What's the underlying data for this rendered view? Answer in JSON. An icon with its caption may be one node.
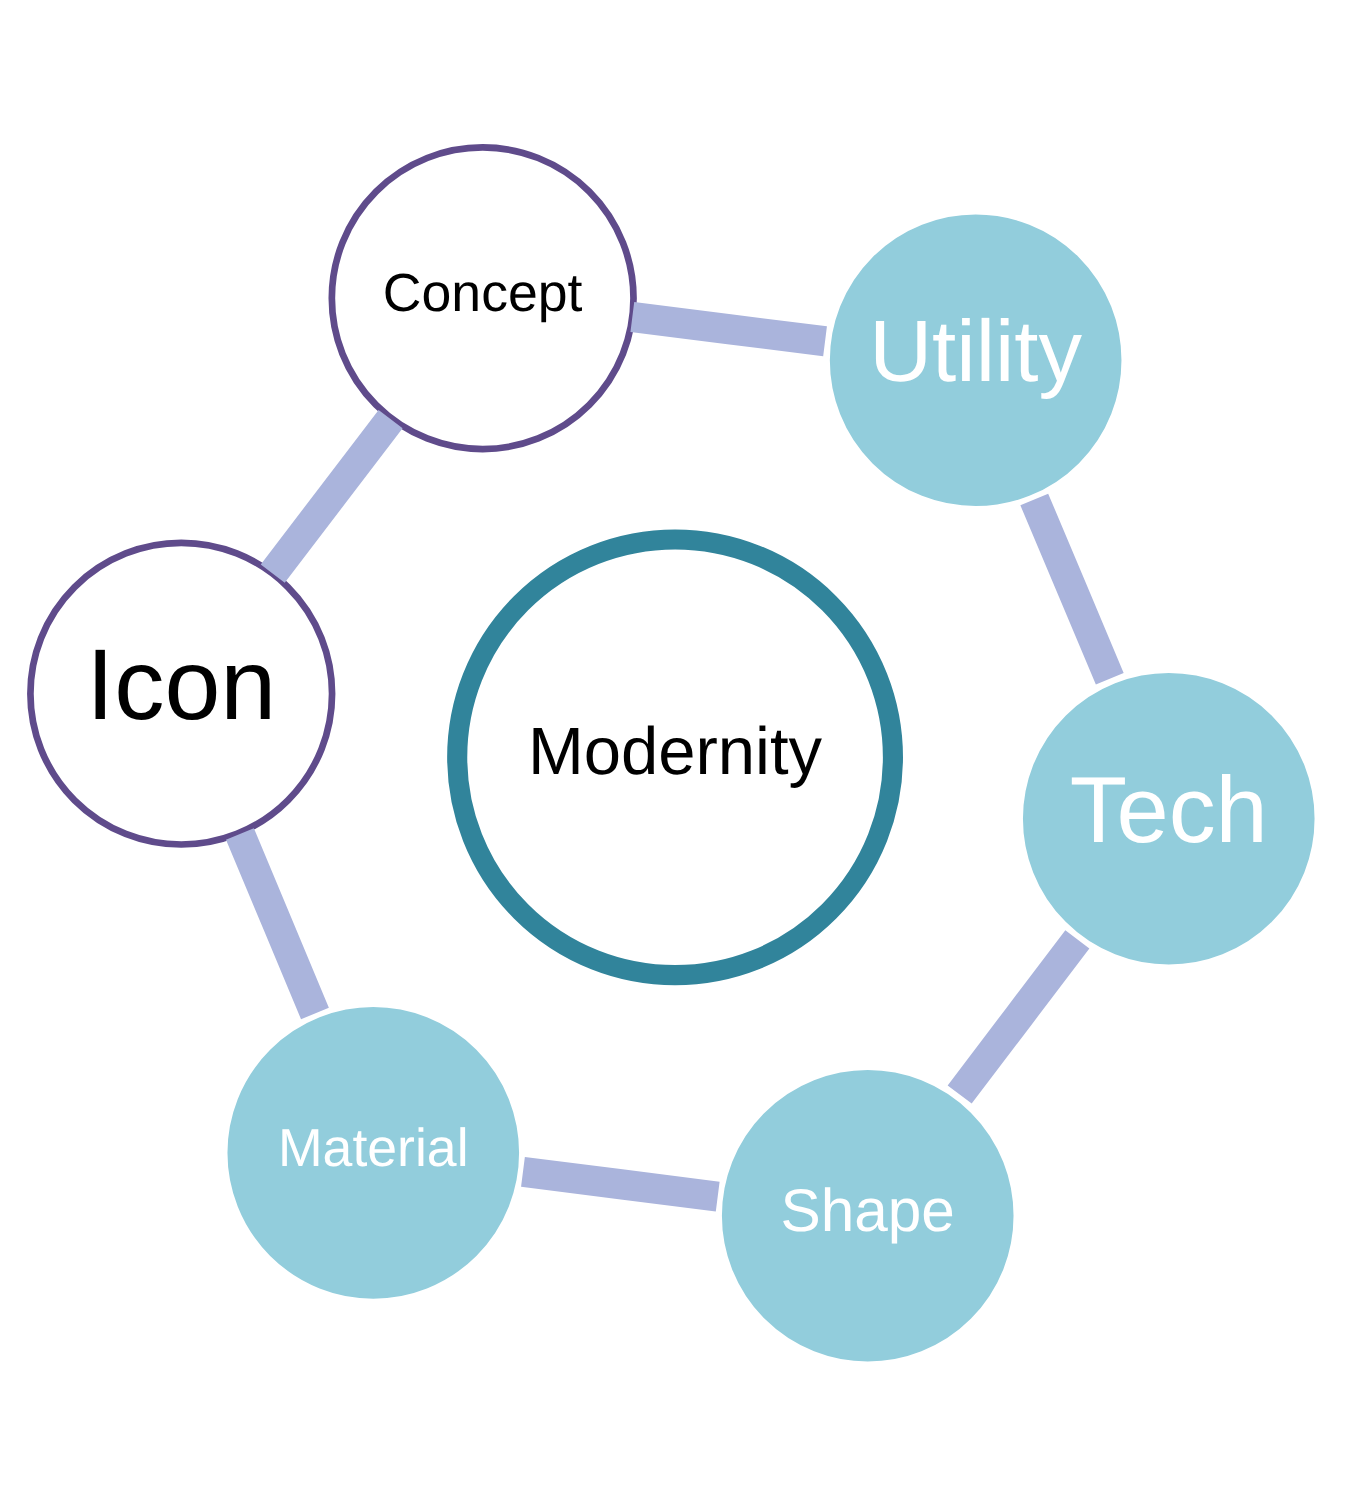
{
  "diagram": {
    "nodes": [
      {
        "text": [
          "Modernity"
        ]
      },
      {
        "text": [
          "Shape"
        ]
      },
      {
        "text": [
          "Tech"
        ]
      },
      {
        "text": [
          "Utility"
        ]
      },
      {
        "text": [
          "Concept"
        ]
      },
      {
        "text": [
          "Icon"
        ]
      },
      {
        "text": [
          "Material"
        ]
      }
    ],
    "edges": [
      {
        "from": 1,
        "to": 2,
        "arrow": "none"
      },
      {
        "from": 2,
        "to": 3,
        "arrow": "none"
      },
      {
        "from": 3,
        "to": 4,
        "arrow": "none"
      },
      {
        "from": 4,
        "to": 5,
        "arrow": "none"
      },
      {
        "from": 5,
        "to": 6,
        "arrow": "none"
      },
      {
        "from": 6,
        "to": 1,
        "arrow": "none"
      }
    ]
  }
}
